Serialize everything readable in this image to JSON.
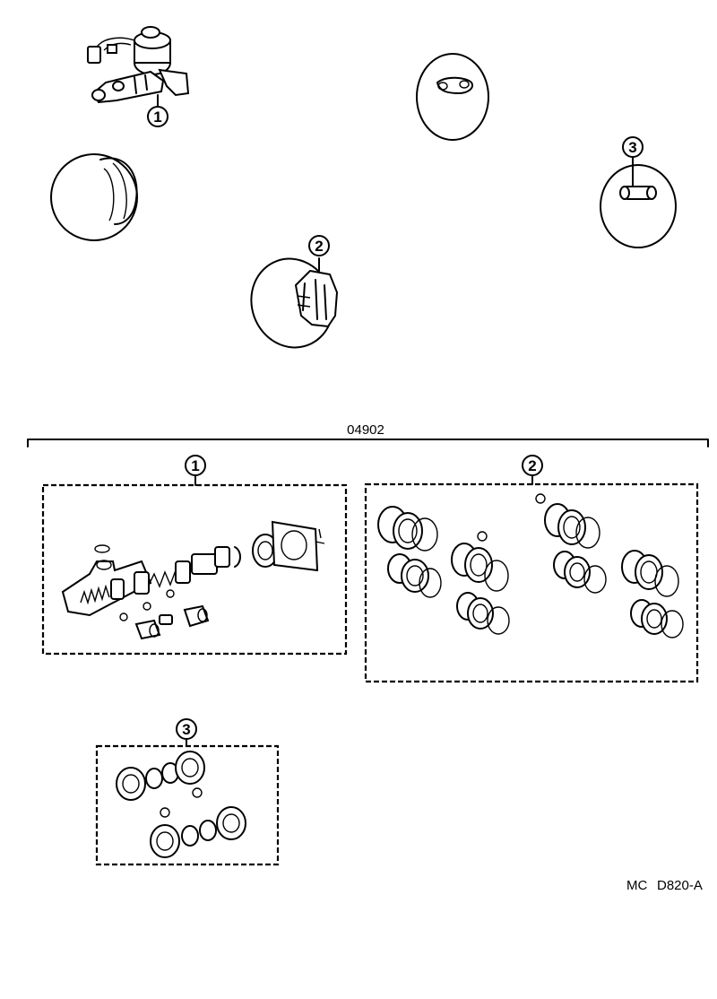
{
  "kit_part_number": "04902",
  "drawing_code_prefix": "MC",
  "drawing_code": "D820-A",
  "callouts": [
    "1",
    "2",
    "3"
  ],
  "components": [
    {
      "callout": "1",
      "icon": "brake-master-cylinder-icon"
    },
    {
      "callout": "2",
      "icon": "disc-brake-caliper-icon"
    },
    {
      "callout": "3",
      "icon": "rear-wheel-cylinder-icon"
    }
  ],
  "kits": [
    {
      "callout": "1",
      "icon": "master-cylinder-repair-kit-icon"
    },
    {
      "callout": "2",
      "icon": "caliper-seal-kit-icon"
    },
    {
      "callout": "3",
      "icon": "wheel-cylinder-kit-icon"
    }
  ]
}
